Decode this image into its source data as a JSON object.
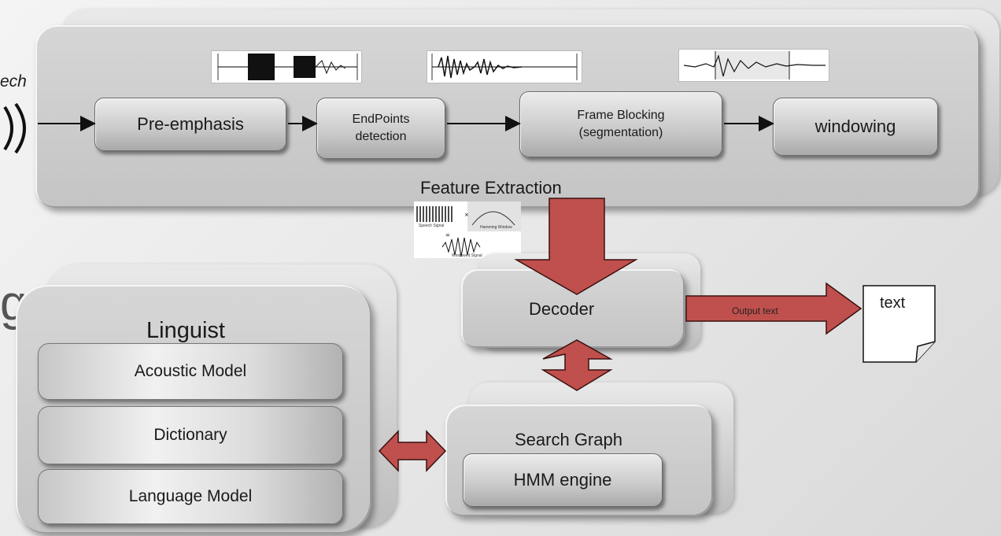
{
  "speech_label": "ech",
  "stray_glyph": "g",
  "feature_extraction": {
    "caption": "Feature Extraction",
    "steps": [
      {
        "id": "pre-emphasis",
        "label": "Pre-emphasis"
      },
      {
        "id": "endpoints",
        "label": "EndPoints detection",
        "line1": "EndPoints",
        "line2": "detection"
      },
      {
        "id": "frame-blocking",
        "label": "Frame Blocking (segmentation)",
        "line1": "Frame Blocking",
        "line2": "(segmentation)"
      },
      {
        "id": "windowing",
        "label": "windowing"
      }
    ]
  },
  "window_figure": {
    "speech_signal": "Speech Signal",
    "hamming_window": "Hamming Window",
    "windowed_signal": "Windowed Signal"
  },
  "decoder": {
    "label": "Decoder"
  },
  "output": {
    "arrow_label": "Output text",
    "doc_label": "text"
  },
  "linguist": {
    "title": "Linguist",
    "models": [
      {
        "id": "acoustic",
        "label": "Acoustic Model"
      },
      {
        "id": "dictionary",
        "label": "Dictionary"
      },
      {
        "id": "language",
        "label": "Language Model"
      }
    ]
  },
  "search_graph": {
    "title": "Search Graph",
    "engine": "HMM engine"
  },
  "colors": {
    "arrow_red": "#c0504d",
    "arrow_outline": "#3a1010",
    "box_text": "#1a1a1a"
  }
}
